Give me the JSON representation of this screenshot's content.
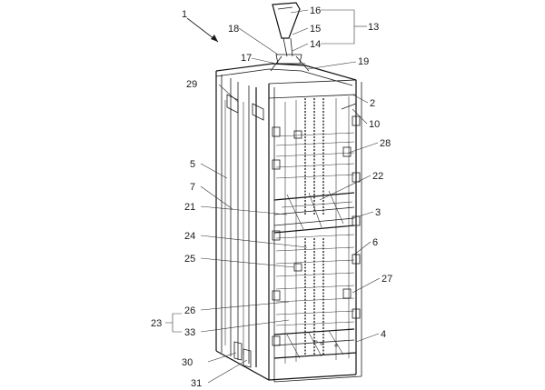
{
  "labels": {
    "l1": "1",
    "l2": "2",
    "l3": "3",
    "l4": "4",
    "l5": "5",
    "l6": "6",
    "l7": "7",
    "l10": "10",
    "l13": "13",
    "l14": "14",
    "l15": "15",
    "l16": "16",
    "l17": "17",
    "l18": "18",
    "l19": "19",
    "l21": "21",
    "l22": "22",
    "l23": "23",
    "l24": "24",
    "l25": "25",
    "l26": "26",
    "l27": "27",
    "l28": "28",
    "l29": "29",
    "l30": "30",
    "l31": "31",
    "l33": "33"
  }
}
